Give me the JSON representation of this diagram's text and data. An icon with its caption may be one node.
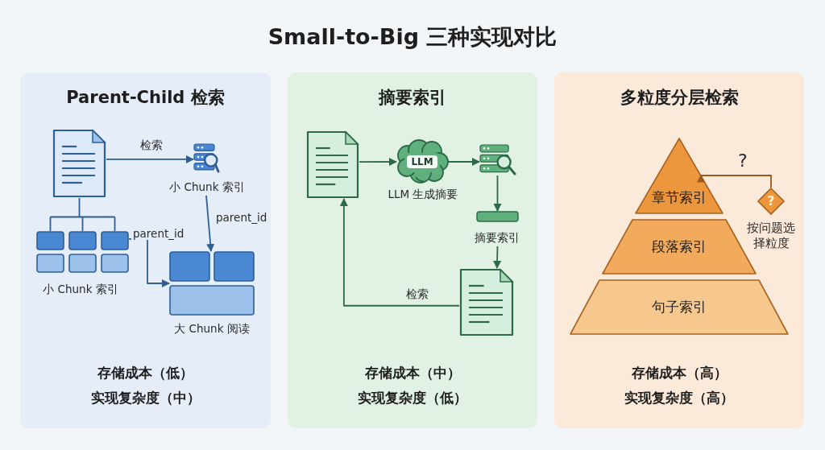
{
  "diagram": {
    "title": "Small-to-Big 三种实现对比",
    "nodes": [
      {
        "text": [
          "Parent-Child 检索",
          "存储成本（低）",
          "实现复杂度（中）"
        ]
      },
      {
        "text": [],
        "shape": "document",
        "in": 0
      },
      {
        "text": [],
        "shape": "database",
        "in": 0,
        "beside": [
          "小 Chunk 索引"
        ]
      },
      {
        "text": [],
        "shape": "box",
        "in": 0,
        "beside": [
          "小 Chunk 索引"
        ]
      },
      {
        "text": [],
        "shape": "box",
        "in": 0,
        "beside": [
          "大 Chunk 阅读"
        ]
      },
      {
        "text": [
          "摘要索引",
          "存储成本（中）",
          "实现复杂度（低）"
        ]
      },
      {
        "text": [],
        "shape": "document",
        "in": 5
      },
      {
        "text": [
          "LLM"
        ],
        "in": 5,
        "beside": [
          "LLM 生成摘要"
        ]
      },
      {
        "text": [],
        "shape": "database",
        "in": 5
      },
      {
        "text": [],
        "shape": "bar",
        "in": 5,
        "beside": [
          "摘要索引"
        ]
      },
      {
        "text": [],
        "shape": "document",
        "in": 5
      },
      {
        "text": [
          "多粒度分层检索",
          "存储成本（高）",
          "实现复杂度（高）"
        ]
      },
      {
        "text": [
          "章节索引"
        ],
        "in": 11
      },
      {
        "text": [
          "段落索引"
        ],
        "in": 11
      },
      {
        "text": [
          "句子索引"
        ],
        "in": 11
      },
      {
        "text": [
          "?"
        ],
        "in": 11,
        "beside": [
          "按问题选择粒度"
        ]
      }
    ],
    "edges": [
      {
        "from": 1,
        "to": 2,
        "arrow": "to",
        "label": "检索",
        "color": "#2d5f96"
      },
      {
        "from": 1,
        "to": 3,
        "arrow": "none",
        "color": "#2d5f96"
      },
      {
        "from": 3,
        "to": 4,
        "arrow": "to",
        "label": "parent_id",
        "color": "#2d5f96"
      },
      {
        "from": 2,
        "to": 4,
        "arrow": "to",
        "label": "parent_id",
        "color": "#2d5f96"
      },
      {
        "from": 6,
        "to": 7,
        "arrow": "to",
        "color": "#2d6a47"
      },
      {
        "from": 7,
        "to": 8,
        "arrow": "to",
        "color": "#2d6a47"
      },
      {
        "from": 8,
        "to": 9,
        "arrow": "to",
        "color": "#2d6a47"
      },
      {
        "from": 9,
        "to": 10,
        "arrow": "to",
        "color": "#2d6a47"
      },
      {
        "from": 10,
        "to": 6,
        "arrow": "to",
        "label": "检索",
        "color": "#2d6a47"
      },
      {
        "from": 15,
        "to": 12,
        "arrow": "to",
        "label": "?",
        "color": "#9a5a1c"
      }
    ]
  }
}
